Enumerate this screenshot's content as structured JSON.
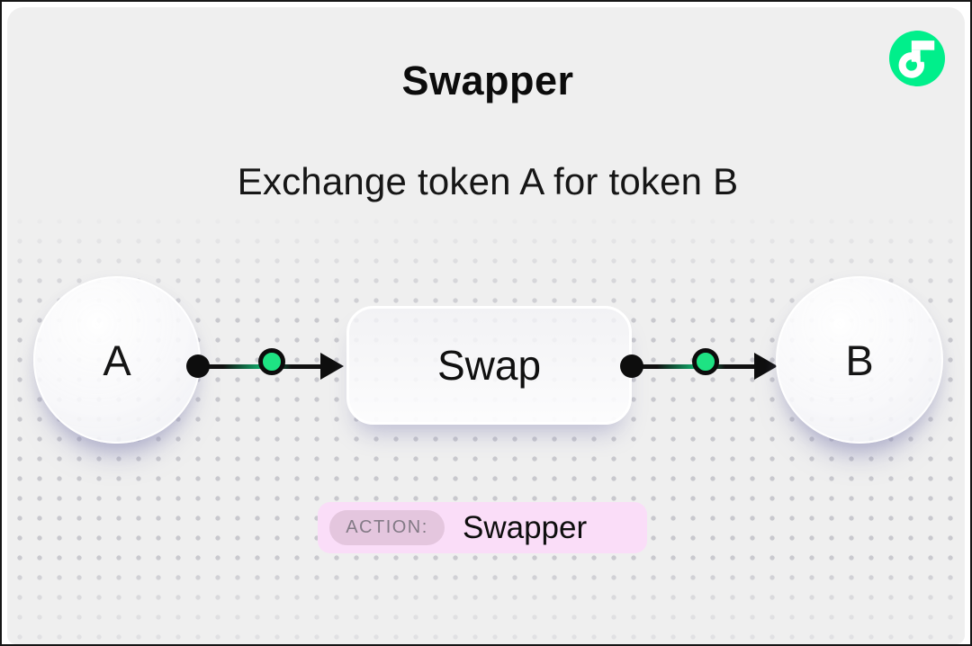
{
  "header": {
    "title": "Swapper",
    "subtitle": "Exchange token A for token B"
  },
  "diagram": {
    "input_node": {
      "label": "A"
    },
    "process_node": {
      "label": "Swap"
    },
    "output_node": {
      "label": "B"
    }
  },
  "action_badge": {
    "label": "ACTION:",
    "value": "Swapper"
  },
  "logo": {
    "name": "flow-logo"
  },
  "colors": {
    "panel_background": "#EFEFEF",
    "brand_green": "#00EF8B",
    "arrow_token_green": "#1EE383",
    "badge_pink": "#FADDF8",
    "badge_label_pill": "#E4C6DE",
    "badge_label_text": "#837A86",
    "ink": "#0E0E0E"
  }
}
